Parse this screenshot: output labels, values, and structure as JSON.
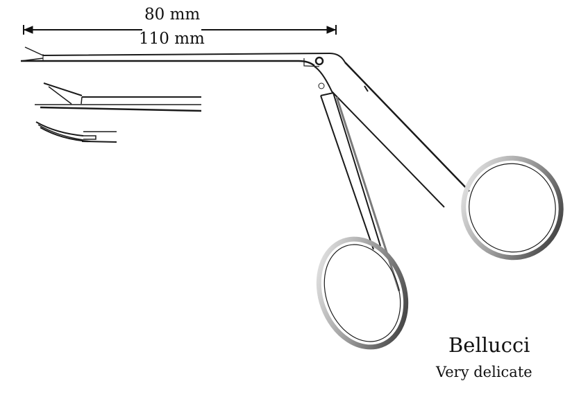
{
  "figure": {
    "type": "instrument-illustration",
    "subject": "Bellucci micro ear scissors",
    "dimensions": {
      "label_primary": "80 mm",
      "label_secondary": "110 mm"
    },
    "caption": {
      "title": "Bellucci",
      "subtitle": "Very delicate"
    },
    "details": [
      "straight-jaw-tip",
      "curved-jaw-tip"
    ],
    "colors": {
      "line": "#1a1a1a",
      "metal_mid": "#8a8a8a",
      "background": "#ffffff"
    }
  }
}
